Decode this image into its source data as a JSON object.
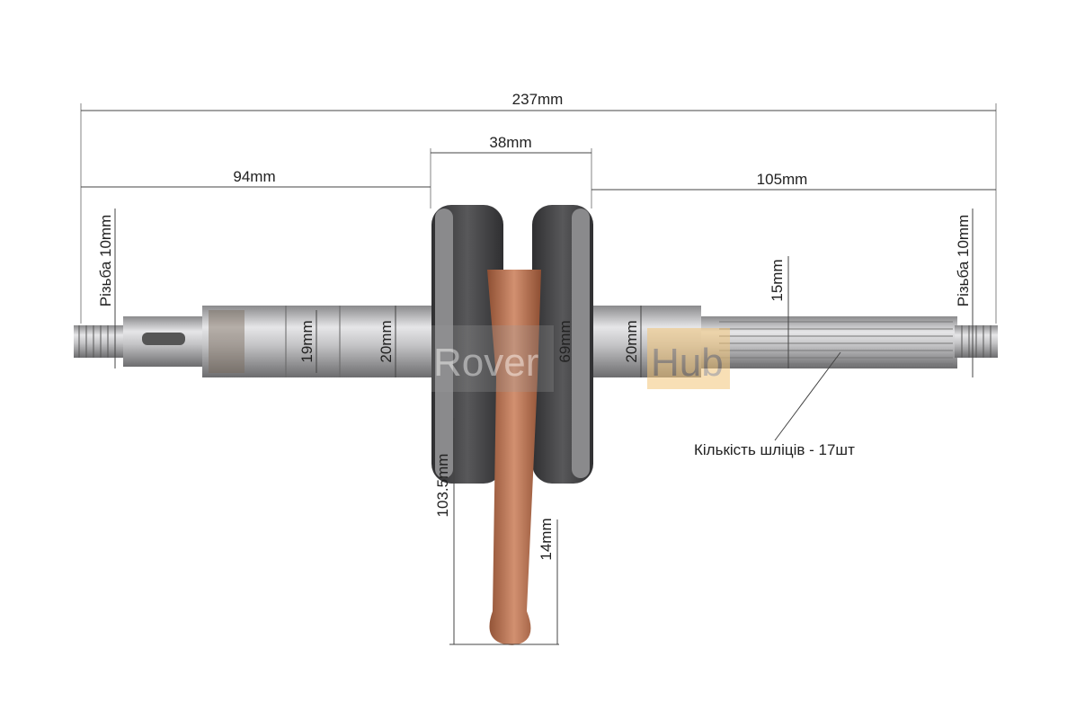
{
  "dimensions": {
    "total_length": "237mm",
    "web_width": "38mm",
    "left_shaft": "94mm",
    "right_shaft": "105mm",
    "left_thread": "Різьба 10mm",
    "right_thread": "Різьба 10mm",
    "left_journal_small": "19mm",
    "left_journal": "20mm",
    "web_diameter": "69mm",
    "right_journal": "20mm",
    "spline_diameter": "15mm",
    "rod_length": "103.5mm",
    "small_end": "14mm"
  },
  "callout": "Кількість шліців - 17шт",
  "watermark": {
    "part1": "Rover",
    "part2": "Hub"
  },
  "colors": {
    "copper": "#b8714e",
    "steel": "#b9b9bb",
    "web": "#4a4a4c",
    "watermark_accent": "#f3c67a"
  }
}
